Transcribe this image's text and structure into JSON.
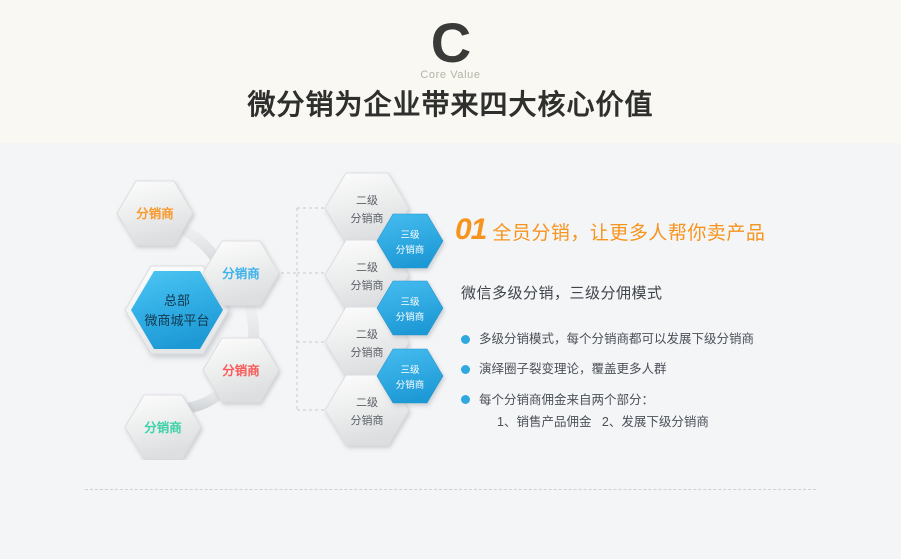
{
  "header": {
    "letter": "C",
    "subtitle": "Core Value",
    "title": "微分销为企业带来四大核心价值"
  },
  "colors": {
    "bg_top": "#f9f8f3",
    "bg_bottom": "#f4f5f7",
    "accent_orange": "#f7941e",
    "accent_blue": "#2fa8e0",
    "hex_blue": "#29a8e0",
    "hex_gray": "#e9eaec",
    "text_dark": "#3f444b",
    "node_orange": "#f79a2e",
    "node_blue": "#3fb3ea",
    "node_red": "#fa5a5a",
    "node_green": "#3fd1a8",
    "divider": "#cfd0d2"
  },
  "diagram": {
    "center": {
      "line1": "总部",
      "line2": "微商城平台",
      "fill": "#29a8e0",
      "text_color": "#1c3a4c"
    },
    "level1": [
      {
        "label": "分销商",
        "color": "#f79a2e",
        "pos": "top-left"
      },
      {
        "label": "分销商",
        "color": "#3fb3ea",
        "pos": "mid-upper"
      },
      {
        "label": "分销商",
        "color": "#fa5a5a",
        "pos": "mid-lower"
      },
      {
        "label": "分销商",
        "color": "#3fd1a8",
        "pos": "bottom-left"
      }
    ],
    "level2": [
      {
        "line1": "二级",
        "line2": "分销商"
      },
      {
        "line1": "二级",
        "line2": "分销商"
      },
      {
        "line1": "二级",
        "line2": "分销商"
      },
      {
        "line1": "二级",
        "line2": "分销商"
      }
    ],
    "level3": [
      {
        "line1": "三级",
        "line2": "分销商"
      },
      {
        "line1": "三级",
        "line2": "分销商"
      },
      {
        "line1": "三级",
        "line2": "分销商"
      }
    ]
  },
  "content": {
    "number": "01",
    "headline": "全员分销，让更多人帮你卖产品",
    "subline": "微信多级分销，三级分佣模式",
    "bullets": [
      "多级分销模式，每个分销商都可以发展下级分销商",
      "演绎圈子裂变理论，覆盖更多人群",
      "每个分销商佣金来自两个部分："
    ],
    "subitems": "1、销售产品佣金   2、发展下级分销商"
  }
}
